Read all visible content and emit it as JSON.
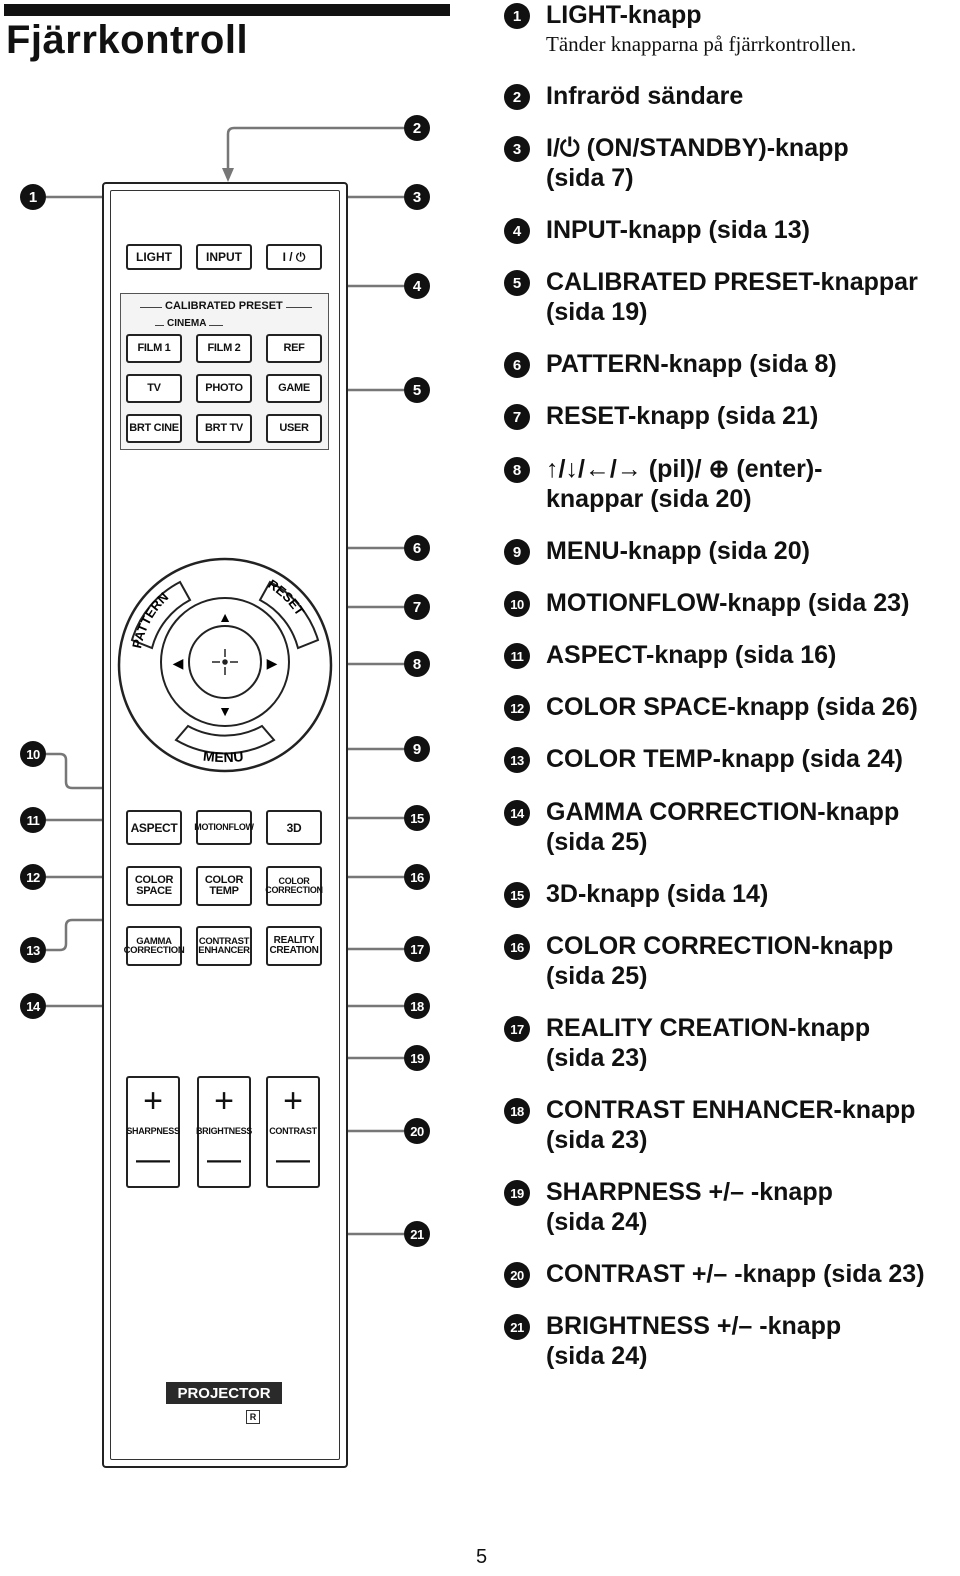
{
  "page": {
    "title": "Fjärrkontroll",
    "page_number": "5"
  },
  "remote": {
    "top_buttons": [
      "LIGHT",
      "INPUT",
      "I / ⏻"
    ],
    "preset_header": "CALIBRATED PRESET",
    "cinema_label": "CINEMA",
    "preset_buttons": [
      "FILM 1",
      "FILM 2",
      "REF",
      "TV",
      "PHOTO",
      "GAME",
      "BRT CINE",
      "BRT TV",
      "USER"
    ],
    "pattern_label": "PATTERN",
    "reset_label": "RESET",
    "menu_label": "MENU",
    "function_buttons": [
      "ASPECT",
      "MOTIONFLOW",
      "3D",
      "COLOR\nSPACE",
      "COLOR\nTEMP",
      "COLOR\nCORRECTION",
      "GAMMA\nCORRECTION",
      "CONTRAST\nENHANCER",
      "REALITY\nCREATION"
    ],
    "rockers": [
      "SHARPNESS",
      "BRIGHTNESS",
      "CONTRAST"
    ],
    "plus_symbol": "+",
    "minus_symbol": "—",
    "projector_label": "PROJECTOR",
    "r_mark": "R"
  },
  "callouts": [
    "1",
    "2",
    "3",
    "4",
    "5",
    "6",
    "7",
    "8",
    "9",
    "10",
    "11",
    "12",
    "13",
    "14",
    "15",
    "16",
    "17",
    "18",
    "19",
    "20",
    "21"
  ],
  "legend": [
    {
      "num": "1",
      "text": "LIGHT-knapp",
      "sub": "Tänder knapparna på fjärrkontrollen."
    },
    {
      "num": "2",
      "text": "Infraröd sändare"
    },
    {
      "num": "3",
      "text": "I/⏻ (ON/STANDBY)-knapp\n(sida 7)"
    },
    {
      "num": "4",
      "text": "INPUT-knapp (sida 13)"
    },
    {
      "num": "5",
      "text": "CALIBRATED PRESET-knappar\n(sida 19)"
    },
    {
      "num": "6",
      "text": "PATTERN-knapp (sida 8)"
    },
    {
      "num": "7",
      "text": "RESET-knapp (sida 21)"
    },
    {
      "num": "8",
      "text": "↑/↓/←/→ (pil)/ ⊕ (enter)-\nknappar (sida 20)"
    },
    {
      "num": "9",
      "text": "MENU-knapp (sida 20)"
    },
    {
      "num": "10",
      "text": "MOTIONFLOW-knapp (sida 23)"
    },
    {
      "num": "11",
      "text": "ASPECT-knapp (sida 16)"
    },
    {
      "num": "12",
      "text": "COLOR SPACE-knapp (sida 26)"
    },
    {
      "num": "13",
      "text": "COLOR TEMP-knapp (sida 24)"
    },
    {
      "num": "14",
      "text": "GAMMA CORRECTION-knapp\n(sida 25)"
    },
    {
      "num": "15",
      "text": "3D-knapp (sida 14)"
    },
    {
      "num": "16",
      "text": "COLOR CORRECTION-knapp\n(sida 25)"
    },
    {
      "num": "17",
      "text": "REALITY CREATION-knapp\n(sida 23)"
    },
    {
      "num": "18",
      "text": "CONTRAST ENHANCER-knapp\n(sida 23)"
    },
    {
      "num": "19",
      "text": "SHARPNESS +/– -knapp\n(sida 24)"
    },
    {
      "num": "20",
      "text": "CONTRAST +/– -knapp (sida 23)"
    },
    {
      "num": "21",
      "text": "BRIGHTNESS +/– -knapp\n(sida 24)"
    }
  ]
}
